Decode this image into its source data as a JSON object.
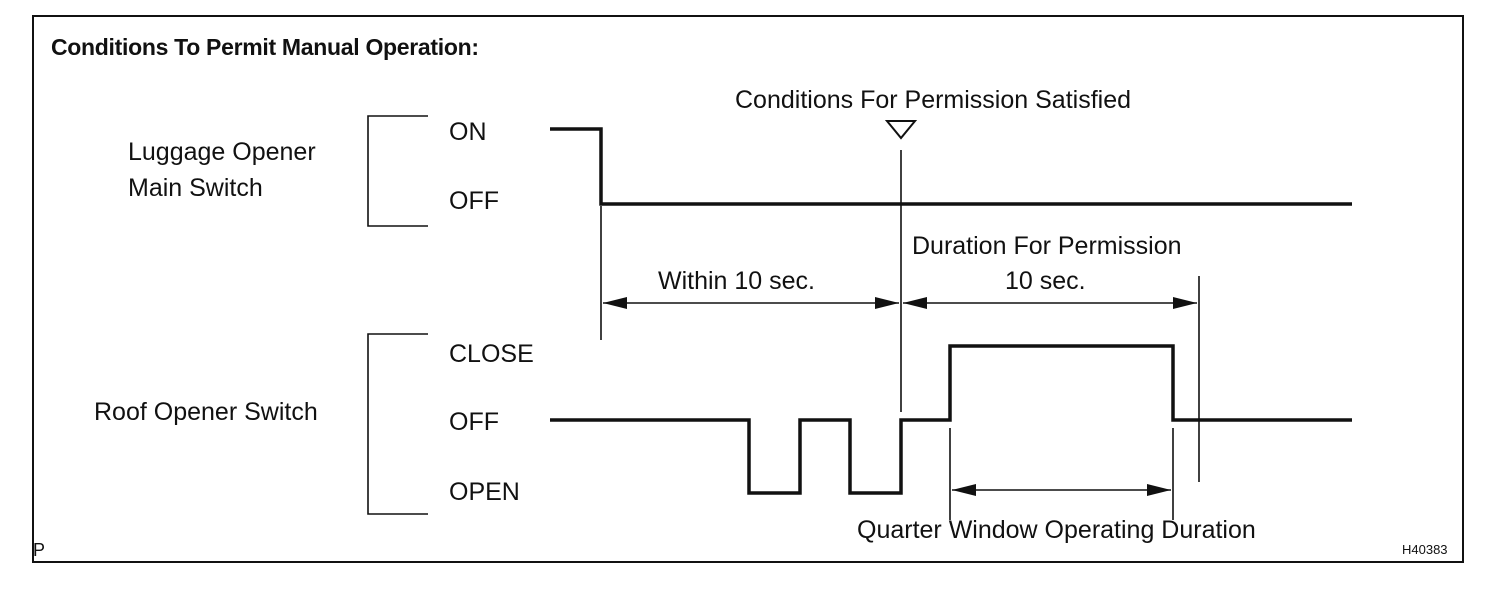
{
  "title": "Conditions To Permit Manual Operation:",
  "signals": {
    "luggage": {
      "label_line1": "Luggage  Opener",
      "label_line2": "Main Switch",
      "states": [
        "ON",
        "OFF"
      ]
    },
    "roof": {
      "label": "Roof Opener Switch",
      "states": [
        "CLOSE",
        "OFF",
        "OPEN"
      ]
    }
  },
  "annotations": {
    "conditions_satisfied": "Conditions For Permission Satisfied",
    "within": "Within 10 sec.",
    "duration_for_permission": "Duration For Permission",
    "duration_value": "10 sec.",
    "quarter_window": "Quarter Window Operating Duration"
  },
  "corner": {
    "left": "P",
    "right": "H40383"
  },
  "colors": {
    "ink": "#111111",
    "background": "#ffffff"
  }
}
